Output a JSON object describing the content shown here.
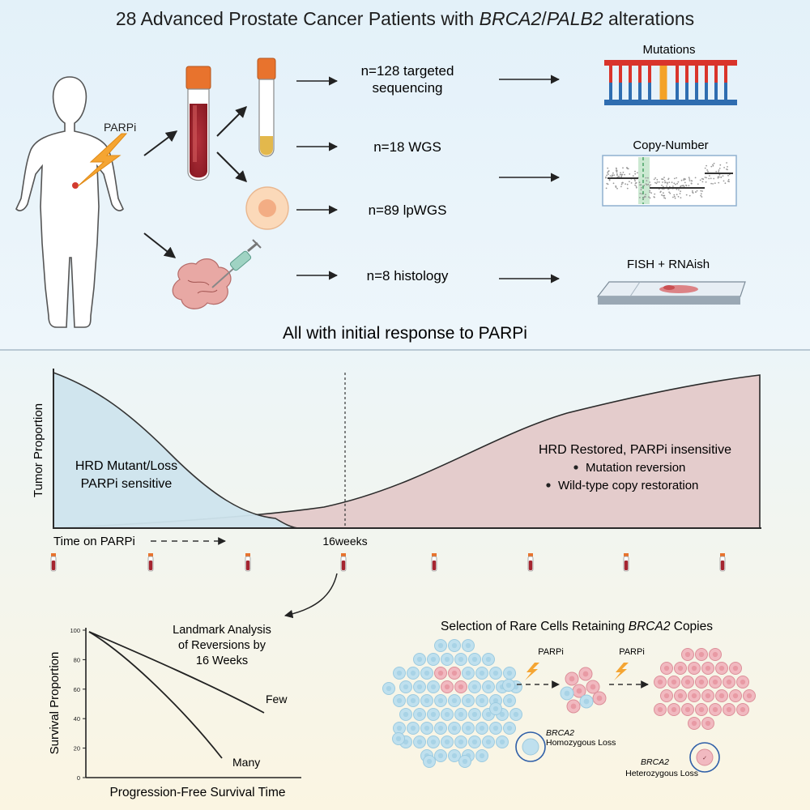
{
  "top": {
    "title_prefix": "28 Advanced Prostate Cancer Patients with ",
    "title_gene1": "BRCA2",
    "title_slash": "/",
    "title_gene2": "PALB2",
    "title_suffix": " alterations",
    "parpi_label": "PARPi",
    "assays": [
      {
        "line1": "n=128 targeted",
        "line2": "sequencing"
      },
      {
        "line1": "n=18 WGS"
      },
      {
        "line1": "n=89 lpWGS"
      },
      {
        "line1": "n=8 histology"
      }
    ],
    "outputs": {
      "mutations": "Mutations",
      "copy_number": "Copy-Number",
      "fish": "FISH + RNAish"
    },
    "bottom_caption": "All with initial response to PARPi"
  },
  "middle": {
    "y_axis_label": "Tumor Proportion",
    "sensitive_line1": "HRD Mutant/Loss",
    "sensitive_line2": "PARPi sensitive",
    "restored_title": "HRD Restored, PARPi insensitive",
    "restored_bullet1": "Mutation reversion",
    "restored_bullet2": "Wild-type copy restoration",
    "time_label": "Time on PARPi",
    "landmark_label": "16weeks",
    "colors": {
      "sensitive": "#cfe5ee",
      "restored": "#e4cccc",
      "outline": "#2a2a2a"
    }
  },
  "bottom_left": {
    "landmark_line1": "Landmark Analysis",
    "landmark_line2": "of Reversions by",
    "landmark_line3": "16 Weeks",
    "y_axis_label": "Survival Proportion",
    "x_axis_label": "Progression-Free Survival Time",
    "curve_few": "Few",
    "curve_many": "Many",
    "y_ticks": [
      "100",
      "80",
      "60",
      "40",
      "20",
      "0"
    ]
  },
  "bottom_right": {
    "title_prefix": "Selection of Rare Cells Retaining ",
    "title_gene": "BRCA2",
    "title_suffix": " Copies",
    "parpi_label_1": "PARPi",
    "parpi_label_2": "PARPi",
    "legend_hom_gene": "BRCA2",
    "legend_hom_text": "Homozygous Loss",
    "legend_het_gene": "BRCA2",
    "legend_het_text": "Heterozygous Loss",
    "colors": {
      "blue_cell": "#bfe0ee",
      "pink_cell": "#f1b9c0"
    }
  }
}
